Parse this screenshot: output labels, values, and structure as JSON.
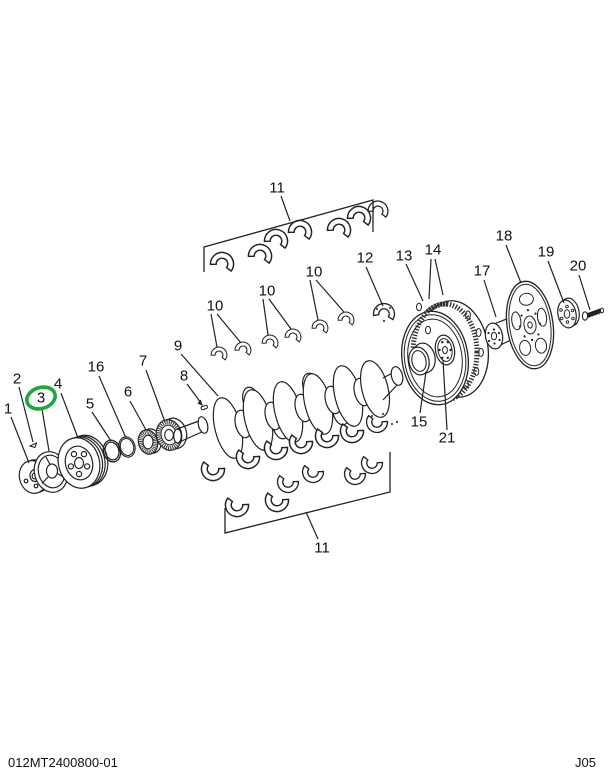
{
  "footer": {
    "doc_number": "012MT2400800-01",
    "page_code": "J05"
  },
  "diagram": {
    "description_colors": {
      "line_color": "#222222",
      "background": "#ffffff"
    },
    "highlight_color": "#22A63C",
    "highlighted_callout": "3",
    "callouts": [
      {
        "id": "1",
        "label": "1"
      },
      {
        "id": "2",
        "label": "2"
      },
      {
        "id": "3",
        "label": "3"
      },
      {
        "id": "4",
        "label": "4"
      },
      {
        "id": "5",
        "label": "5"
      },
      {
        "id": "6",
        "label": "6"
      },
      {
        "id": "7",
        "label": "7"
      },
      {
        "id": "8",
        "label": "8"
      },
      {
        "id": "9",
        "label": "9"
      },
      {
        "id": "10a",
        "label": "10"
      },
      {
        "id": "10b",
        "label": "10"
      },
      {
        "id": "10c",
        "label": "10"
      },
      {
        "id": "11-top",
        "label": "11"
      },
      {
        "id": "11-bottom",
        "label": "11"
      },
      {
        "id": "12",
        "label": "12"
      },
      {
        "id": "13",
        "label": "13"
      },
      {
        "id": "14",
        "label": "14"
      },
      {
        "id": "15",
        "label": "15"
      },
      {
        "id": "16",
        "label": "16"
      },
      {
        "id": "17",
        "label": "17"
      },
      {
        "id": "18",
        "label": "18"
      },
      {
        "id": "19",
        "label": "19"
      },
      {
        "id": "20",
        "label": "20"
      },
      {
        "id": "21",
        "label": "21"
      }
    ]
  }
}
